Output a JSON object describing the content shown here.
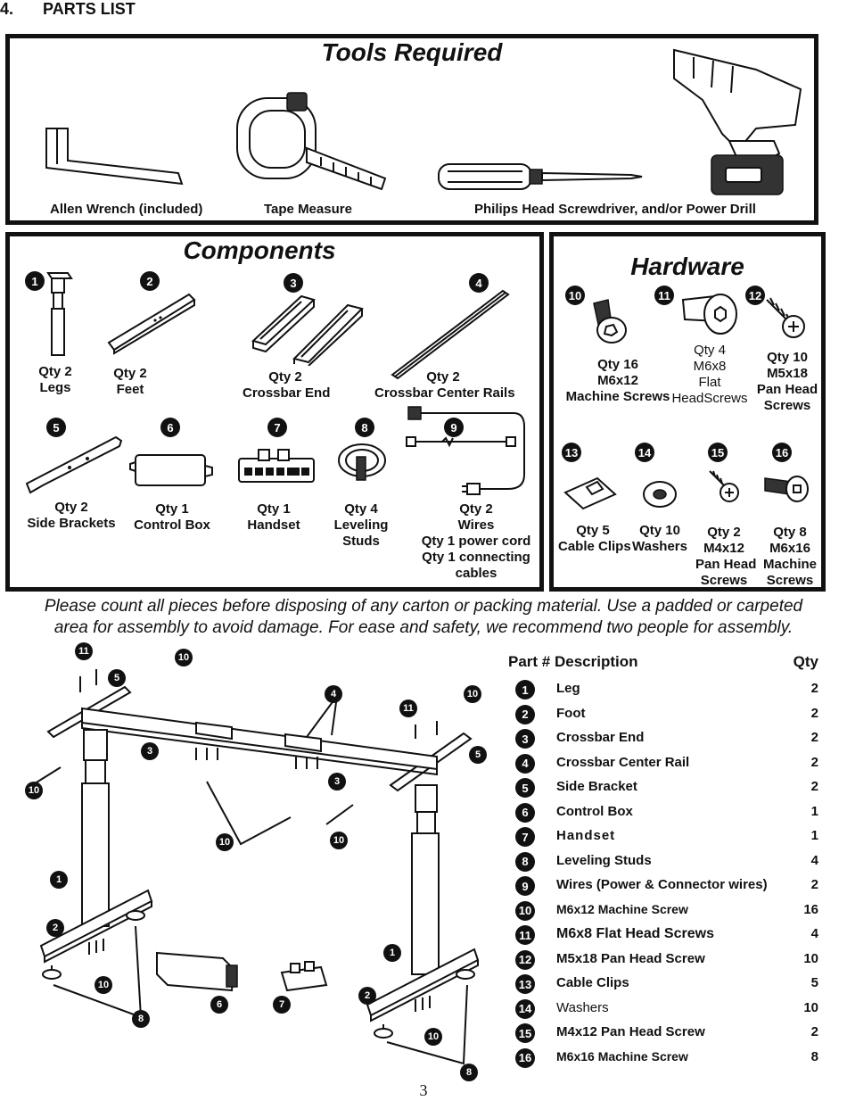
{
  "section": {
    "number": "4.",
    "title": "PARTS LIST"
  },
  "tools": {
    "title": "Tools Required",
    "items": [
      {
        "icon": "allen-wrench-icon",
        "label": "Allen Wrench (included)"
      },
      {
        "icon": "tape-measure-icon",
        "label": "Tape Measure"
      },
      {
        "icon": "screwdriver-drill-icon",
        "label": "Philips Head Screwdriver, and/or Power Drill"
      }
    ]
  },
  "components": {
    "title": "Components",
    "items": [
      {
        "num": "1",
        "icon": "leg-icon",
        "lines": [
          "Qty 2",
          "Legs"
        ]
      },
      {
        "num": "2",
        "icon": "foot-icon",
        "lines": [
          "Qty 2",
          "Feet"
        ]
      },
      {
        "num": "3",
        "icon": "crossbar-end-icon",
        "lines": [
          "Qty 2",
          "Crossbar End"
        ]
      },
      {
        "num": "4",
        "icon": "crossbar-rail-icon",
        "lines": [
          "Qty 2",
          "Crossbar Center Rails"
        ]
      },
      {
        "num": "5",
        "icon": "side-bracket-icon",
        "lines": [
          "Qty 2",
          "Side Brackets"
        ]
      },
      {
        "num": "6",
        "icon": "control-box-icon",
        "lines": [
          "Qty 1",
          "Control Box"
        ]
      },
      {
        "num": "7",
        "icon": "handset-icon",
        "lines": [
          "Qty 1",
          "Handset"
        ]
      },
      {
        "num": "8",
        "icon": "leveling-stud-icon",
        "lines": [
          "Qty 4",
          "Leveling",
          "Studs"
        ]
      },
      {
        "num": "9",
        "icon": "wires-icon",
        "lines": [
          "Qty 2",
          "Wires",
          "Qty 1 power cord",
          "Qty 1 connecting",
          "cables"
        ]
      }
    ]
  },
  "hardware": {
    "title": "Hardware",
    "items": [
      {
        "num": "10",
        "icon": "machine-screw-icon",
        "lines": [
          "Qty 16",
          "M6x12",
          "Machine Screws"
        ]
      },
      {
        "num": "11",
        "icon": "flat-head-screw-icon",
        "lines": [
          "Qty 4",
          "M6x8",
          "Flat",
          "HeadScrews"
        ]
      },
      {
        "num": "12",
        "icon": "pan-head-screw-icon",
        "lines": [
          "Qty 10",
          "M5x18",
          "Pan Head",
          "Screws"
        ]
      },
      {
        "num": "13",
        "icon": "cable-clip-icon",
        "lines": [
          "Qty 5",
          "Cable Clips"
        ]
      },
      {
        "num": "14",
        "icon": "washer-icon",
        "lines": [
          "Qty 10",
          "Washers"
        ]
      },
      {
        "num": "15",
        "icon": "small-pan-head-screw-icon",
        "lines": [
          "Qty 2",
          "M4x12",
          "Pan Head",
          "Screws"
        ]
      },
      {
        "num": "16",
        "icon": "long-machine-screw-icon",
        "lines": [
          "Qty 8",
          "M6x16",
          "Machine",
          "Screws"
        ]
      }
    ]
  },
  "note": {
    "line1": "Please count all pieces before disposing of any carton or packing material. Use a padded or carpeted",
    "line2": "area for assembly to avoid damage. For ease and safety, we recommend two people for assembly."
  },
  "diagram": {
    "callouts": [
      "11",
      "10",
      "5",
      "4",
      "10",
      "11",
      "5",
      "3",
      "3",
      "10",
      "10",
      "10",
      "1",
      "2",
      "10",
      "8",
      "6",
      "7",
      "1",
      "2",
      "10",
      "8"
    ]
  },
  "parts_table": {
    "headers": {
      "part": "Part #",
      "description": "Description",
      "qty": "Qty"
    },
    "rows": [
      {
        "num": "1",
        "description": "Leg",
        "qty": "2"
      },
      {
        "num": "2",
        "description": "Foot",
        "qty": "2"
      },
      {
        "num": "3",
        "description": "Crossbar End",
        "qty": "2"
      },
      {
        "num": "4",
        "description": "Crossbar Center Rail",
        "qty": "2"
      },
      {
        "num": "5",
        "description": "Side Bracket",
        "qty": "2"
      },
      {
        "num": "6",
        "description": "Control Box",
        "qty": "1"
      },
      {
        "num": "7",
        "description": "Handset",
        "qty": "1"
      },
      {
        "num": "8",
        "description": "Leveling Studs",
        "qty": "4"
      },
      {
        "num": "9",
        "description": "Wires (Power & Connector wires)",
        "qty": "2"
      },
      {
        "num": "10",
        "description": "M6x12 Machine Screw",
        "qty": "16"
      },
      {
        "num": "11",
        "description": "M6x8 Flat Head Screws",
        "qty": "4"
      },
      {
        "num": "12",
        "description": "M5x18 Pan Head Screw",
        "qty": "10"
      },
      {
        "num": "13",
        "description": "Cable Clips",
        "qty": "5"
      },
      {
        "num": "14",
        "description": "Washers",
        "qty": "10"
      },
      {
        "num": "15",
        "description": "M4x12 Pan Head Screw",
        "qty": "2"
      },
      {
        "num": "16",
        "description": "M6x16 Machine Screw",
        "qty": "8"
      }
    ]
  },
  "page_number": "3"
}
